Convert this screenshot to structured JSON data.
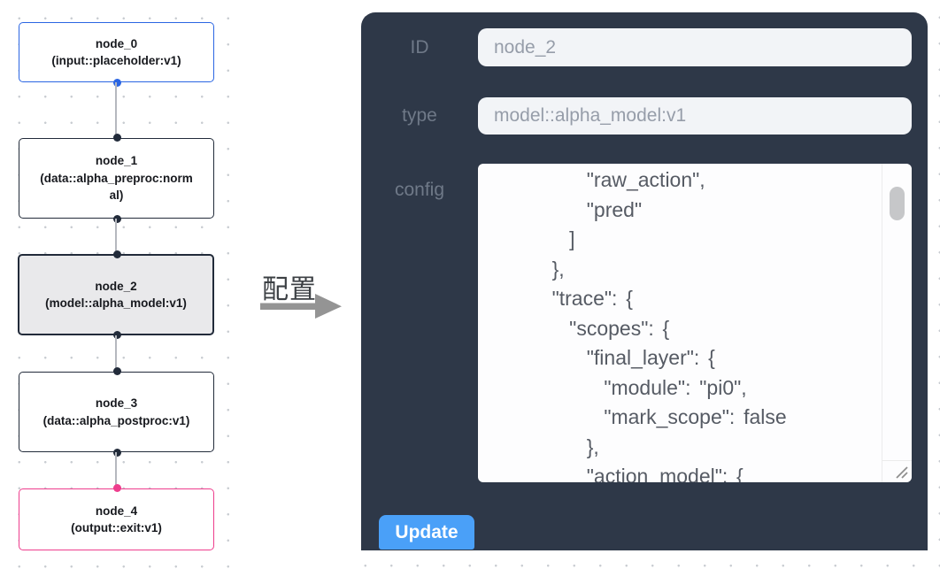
{
  "canvas": {
    "nodes": [
      {
        "name": "node_0",
        "type": "(input::placeholder:v1)",
        "accent_color": "#2b66e3",
        "selected": false
      },
      {
        "name": "node_1",
        "type": "(data::alpha_preproc:normal)",
        "accent_color": "#222b3a",
        "selected": false
      },
      {
        "name": "node_2",
        "type": "(model::alpha_model:v1)",
        "accent_color": "#222b3a",
        "selected": true
      },
      {
        "name": "node_3",
        "type": "(data::alpha_postproc:v1)",
        "accent_color": "#222b3a",
        "selected": false
      },
      {
        "name": "node_4",
        "type": "(output::exit:v1)",
        "accent_color": "#ee3d8d",
        "selected": false
      }
    ]
  },
  "annotation": {
    "label": "配置"
  },
  "panel": {
    "fields": {
      "id": {
        "label": "ID",
        "value": "node_2"
      },
      "type": {
        "label": "type",
        "value": "model::alpha_model:v1"
      },
      "config": {
        "label": "config"
      }
    },
    "config_text": "      \"raw_action\",\n      \"pred\"\n    ]\n  },\n  \"trace\": {\n    \"scopes\": {\n      \"final_layer\": {\n        \"module\": \"pi0\",\n        \"mark_scope\": false\n      },\n      \"action_model\": {",
    "update_label": "Update"
  },
  "colors": {
    "panel_bg": "#2e3848",
    "accent_blue": "#2b66e3",
    "accent_pink": "#ee3d8d",
    "node_dark": "#222b3a",
    "update_blue": "#4aa0f8",
    "edge_gray": "#b5b8be"
  }
}
